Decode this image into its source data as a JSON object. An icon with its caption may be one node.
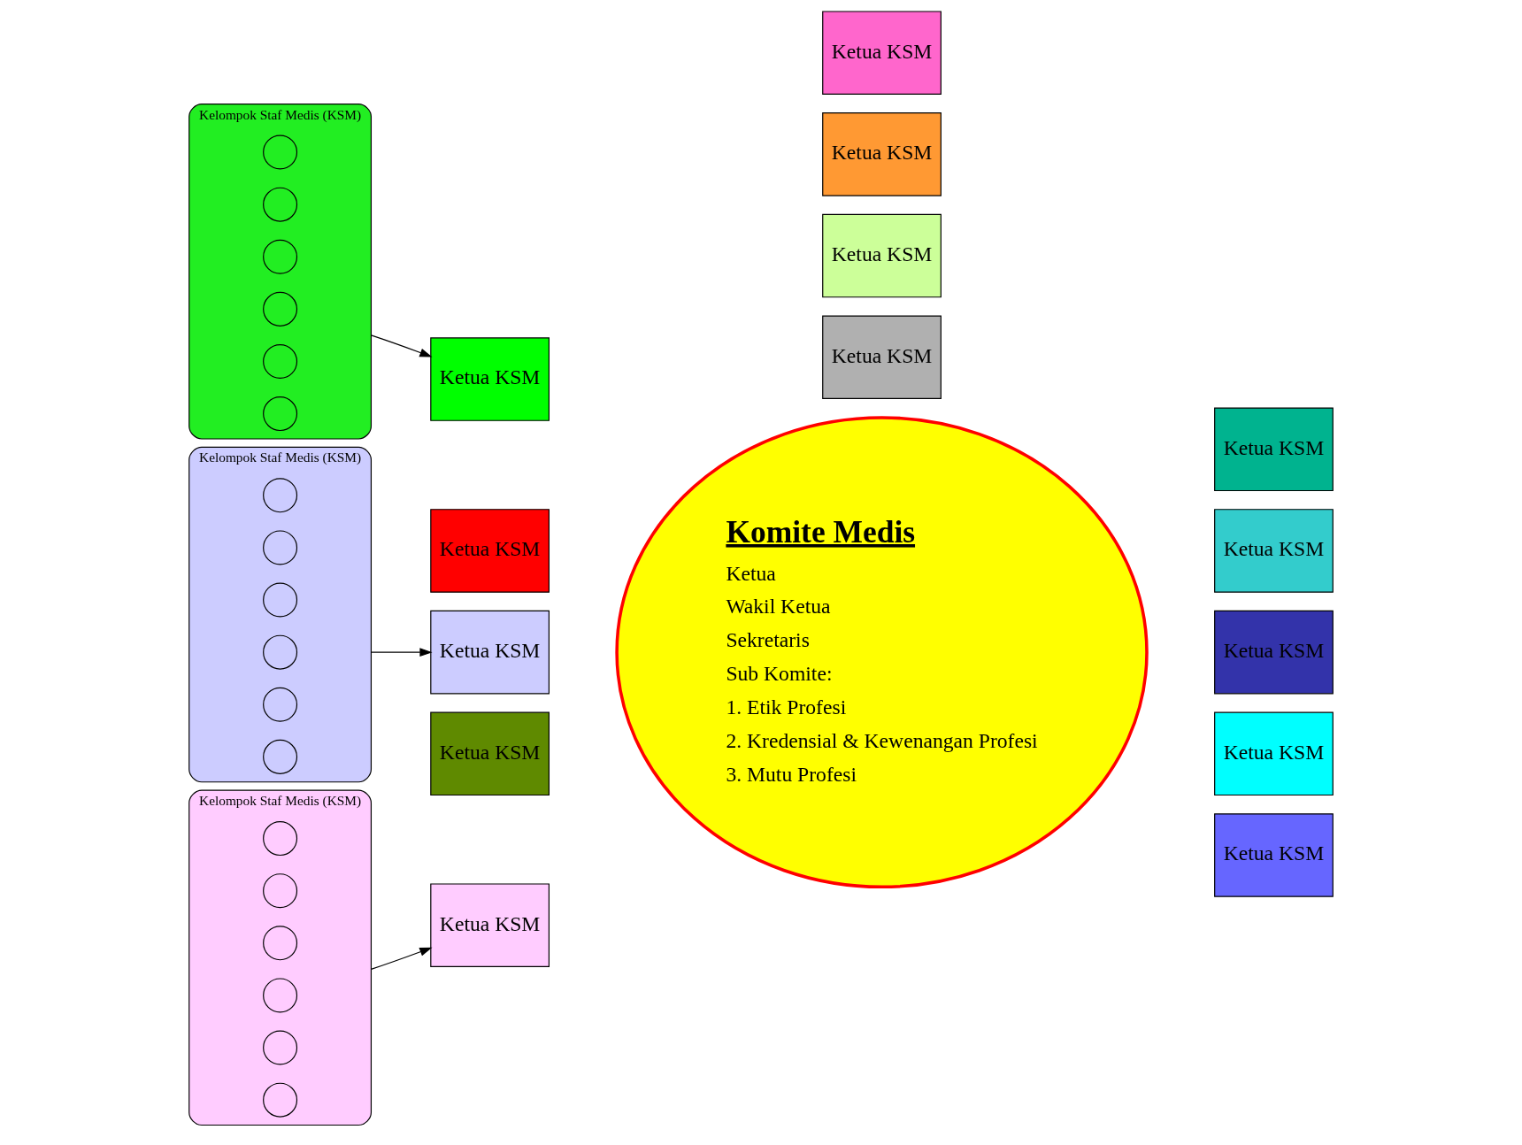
{
  "diagram": {
    "nodes": [
      {
        "text": [
          "Kelompok Staf Medis (KSM)"
        ]
      },
      {
        "text": [],
        "shape": "circle",
        "in": 0
      },
      {
        "text": [],
        "shape": "circle",
        "in": 0
      },
      {
        "text": [],
        "shape": "circle",
        "in": 0
      },
      {
        "text": [],
        "shape": "circle",
        "in": 0
      },
      {
        "text": [],
        "shape": "circle",
        "in": 0
      },
      {
        "text": [],
        "shape": "circle",
        "in": 0
      },
      {
        "text": [
          "Kelompok Staf Medis (KSM)"
        ]
      },
      {
        "text": [],
        "shape": "circle",
        "in": 7
      },
      {
        "text": [],
        "shape": "circle",
        "in": 7
      },
      {
        "text": [],
        "shape": "circle",
        "in": 7
      },
      {
        "text": [],
        "shape": "circle",
        "in": 7
      },
      {
        "text": [],
        "shape": "circle",
        "in": 7
      },
      {
        "text": [],
        "shape": "circle",
        "in": 7
      },
      {
        "text": [
          "Kelompok Staf Medis (KSM)"
        ]
      },
      {
        "text": [],
        "shape": "circle",
        "in": 14
      },
      {
        "text": [],
        "shape": "circle",
        "in": 14
      },
      {
        "text": [],
        "shape": "circle",
        "in": 14
      },
      {
        "text": [],
        "shape": "circle",
        "in": 14
      },
      {
        "text": [],
        "shape": "circle",
        "in": 14
      },
      {
        "text": [],
        "shape": "circle",
        "in": 14
      },
      {
        "text": [
          "Komite Medis",
          "Ketua",
          "Wakil Ketua",
          "Sekretaris",
          "Sub Komite:",
          "1. Etik Profesi",
          "2. Kredensial & Kewenangan Profesi",
          "3. Mutu Profesi"
        ]
      },
      {
        "text": [
          "Ketua KSM"
        ]
      },
      {
        "text": [
          "Ketua KSM"
        ]
      },
      {
        "text": [
          "Ketua KSM"
        ]
      },
      {
        "text": [
          "Ketua KSM"
        ]
      },
      {
        "text": [
          "Ketua KSM"
        ]
      },
      {
        "text": [
          "Ketua KSM"
        ]
      },
      {
        "text": [
          "Ketua KSM"
        ]
      },
      {
        "text": [
          "Ketua KSM"
        ]
      },
      {
        "text": [
          "Ketua KSM"
        ]
      },
      {
        "text": [
          "Ketua KSM"
        ]
      },
      {
        "text": [
          "Ketua KSM"
        ]
      },
      {
        "text": [
          "Ketua KSM"
        ]
      },
      {
        "text": [
          "Ketua KSM"
        ]
      },
      {
        "text": [
          "Ketua KSM"
        ]
      }
    ],
    "edges": [
      {
        "from": 0,
        "to": 22,
        "arrow": "to"
      },
      {
        "from": 7,
        "to": 24,
        "arrow": "to"
      },
      {
        "from": 14,
        "to": 26,
        "arrow": "to"
      }
    ]
  }
}
